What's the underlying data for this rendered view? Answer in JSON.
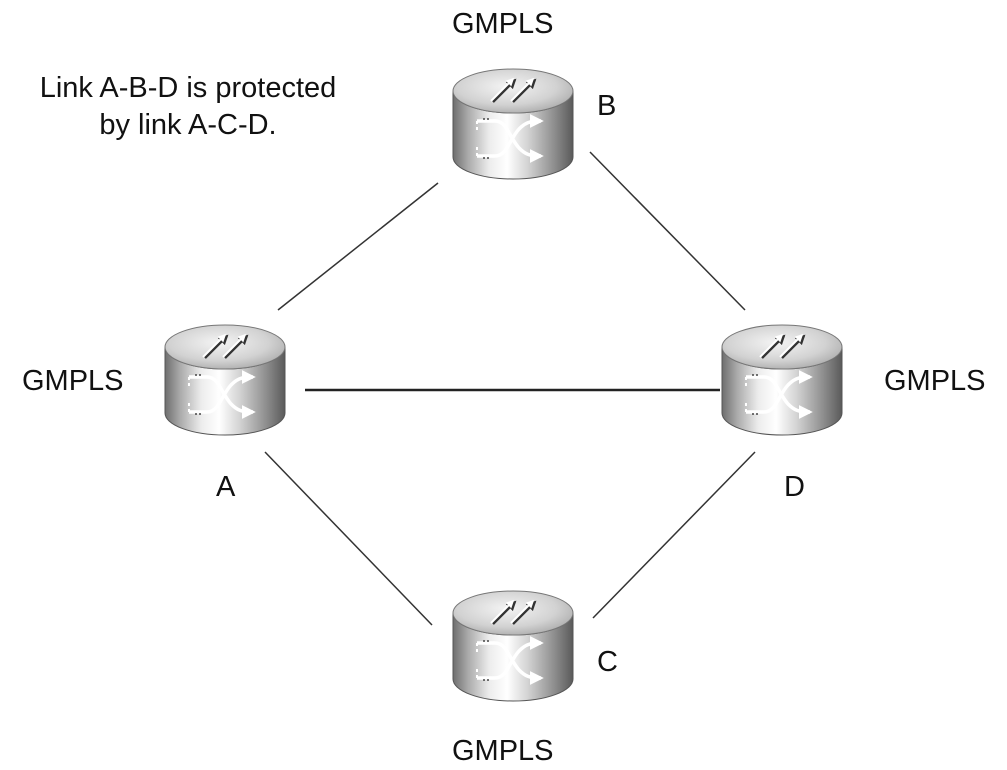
{
  "note": {
    "line1": "Link A-B-D is protected",
    "line2": "by link A-C-D."
  },
  "nodes": {
    "A": {
      "letter": "A",
      "protocol": "GMPLS",
      "icon": "optical-switch-icon"
    },
    "B": {
      "letter": "B",
      "protocol": "GMPLS",
      "icon": "optical-switch-icon"
    },
    "C": {
      "letter": "C",
      "protocol": "GMPLS",
      "icon": "optical-switch-icon"
    },
    "D": {
      "letter": "D",
      "protocol": "GMPLS",
      "icon": "optical-switch-icon"
    }
  },
  "links": [
    {
      "from": "A",
      "to": "B"
    },
    {
      "from": "B",
      "to": "D"
    },
    {
      "from": "A",
      "to": "D"
    },
    {
      "from": "A",
      "to": "C"
    },
    {
      "from": "C",
      "to": "D"
    }
  ]
}
